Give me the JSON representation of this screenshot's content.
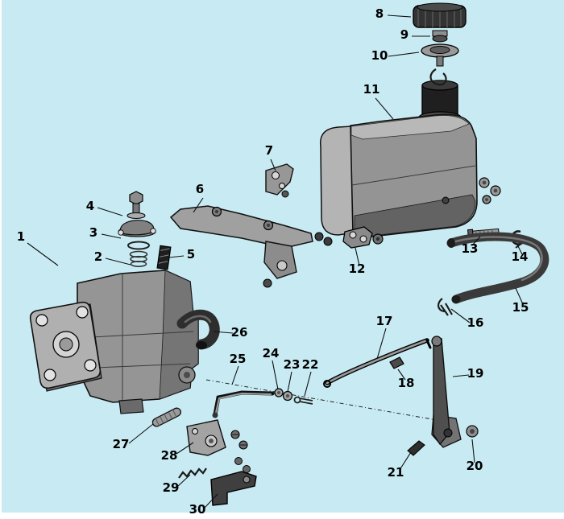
{
  "diagram": {
    "kind": "exploded-parts-diagram",
    "background_color": "#c8ebf3",
    "line_color": "#101010"
  },
  "callouts": {
    "c1": "1",
    "c2": "2",
    "c3": "3",
    "c4": "4",
    "c5": "5",
    "c6": "6",
    "c7": "7",
    "c8": "8",
    "c9": "9",
    "c10": "10",
    "c11": "11",
    "c12": "12",
    "c13": "13",
    "c14": "14",
    "c15": "15",
    "c16": "16",
    "c17": "17",
    "c18": "18",
    "c19": "19",
    "c20": "20",
    "c21": "21",
    "c22": "22",
    "c23": "23",
    "c24": "24",
    "c25": "25",
    "c26": "26",
    "c27": "27",
    "c28": "28",
    "c29": "29",
    "c30": "30"
  }
}
